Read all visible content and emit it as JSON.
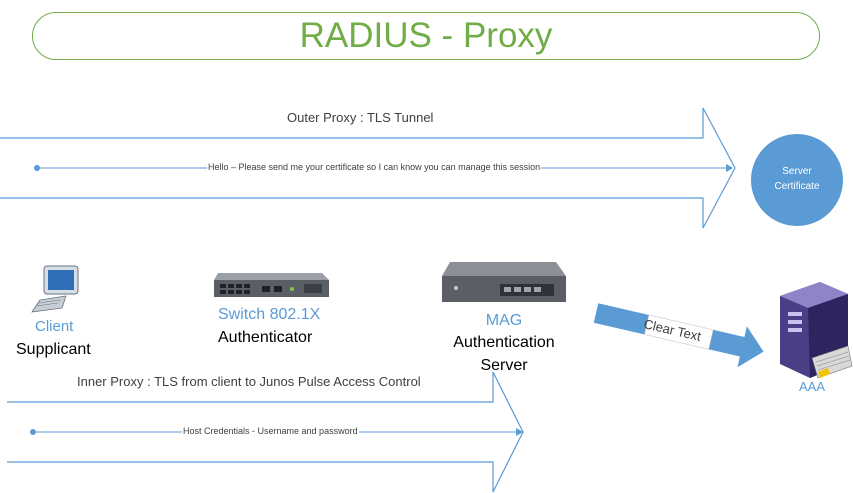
{
  "title": "RADIUS  - Proxy",
  "outer_proxy": {
    "label": "Outer Proxy : TLS Tunnel",
    "message": "Hello – Please send me your certificate so I can know you can manage this session"
  },
  "server_certificate": {
    "line1": "Server",
    "line2": "Certificate"
  },
  "client": {
    "line1": "Client",
    "line2": "Supplicant"
  },
  "switch": {
    "line1": "Switch 802.1X",
    "line2": "Authenticator"
  },
  "mag": {
    "line1": "MAG",
    "line2": "Authentication",
    "line3": "Server"
  },
  "clear_text": "Clear Text",
  "aaa": "AAA",
  "inner_proxy": {
    "label": "Inner Proxy : TLS from client to Junos Pulse Access Control",
    "message": "Host Credentials  - Username and password"
  },
  "colors": {
    "title_green": "#70ad47",
    "accent_blue": "#5b9bd5",
    "arrow_outline": "#5b9bd5"
  }
}
